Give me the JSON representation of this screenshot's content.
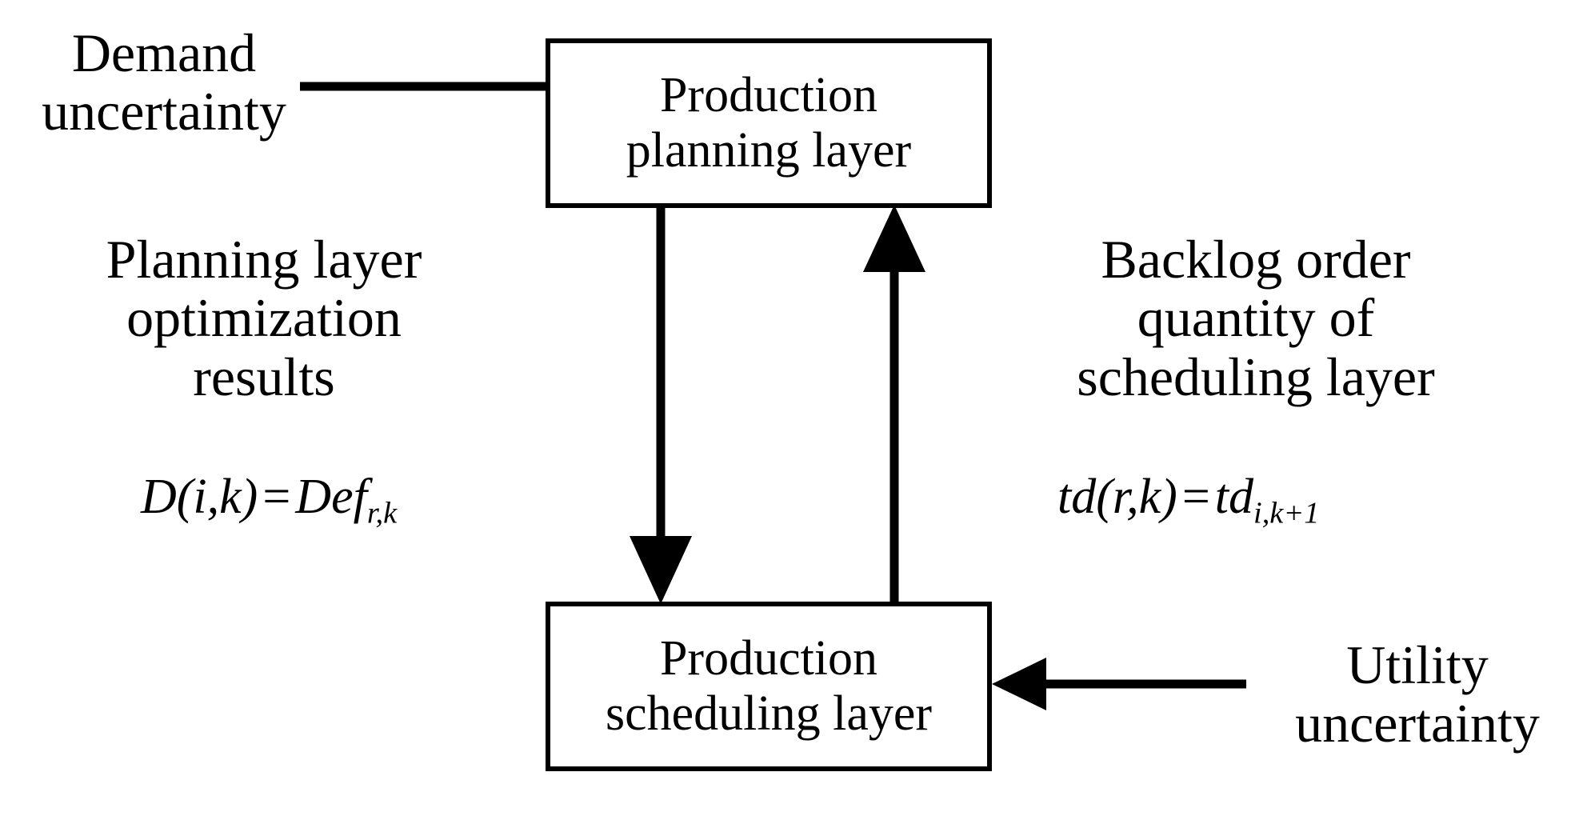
{
  "diagram": {
    "title": "Two-layer production planning and scheduling integration diagram",
    "background_color": "#ffffff",
    "stroke_color": "#000000"
  },
  "boxes": [
    {
      "id": "production-planning-layer",
      "line1": "Production",
      "line2": "planning layer"
    },
    {
      "id": "production-scheduling-layer",
      "line1": "Production",
      "line2": "scheduling layer"
    }
  ],
  "labels": {
    "demand": {
      "line1": "Demand",
      "line2": "uncertainty"
    },
    "planning_output": {
      "line1": "Planning layer",
      "line2": "optimization",
      "line3": "results"
    },
    "backlog": {
      "line1": "Backlog order",
      "line2": "quantity of",
      "line3": "scheduling layer"
    },
    "utility": {
      "line1": "Utility",
      "line2": "uncertainty"
    }
  },
  "formulas": {
    "planning_output": {
      "lhs_var": "D",
      "lhs_args": "(i,k)",
      "operator": "=",
      "rhs_var": "Def",
      "rhs_sub": "r,k",
      "plain": "D(i,k) = Def r,k"
    },
    "backlog": {
      "lhs_var": "td",
      "lhs_args": "(r,k)",
      "operator": "=",
      "rhs_var": "td",
      "rhs_sub": "i,k+1",
      "plain": "td(r,k) = td i,k+1"
    }
  },
  "arrows": [
    {
      "id": "demand-to-planning",
      "direction": "right",
      "from": "demand uncertainty",
      "to": "production planning layer"
    },
    {
      "id": "planning-to-scheduling",
      "direction": "down",
      "from": "production planning layer",
      "to": "production scheduling layer"
    },
    {
      "id": "scheduling-to-planning",
      "direction": "up",
      "from": "production scheduling layer",
      "to": "production planning layer"
    },
    {
      "id": "utility-to-scheduling",
      "direction": "left",
      "from": "utility uncertainty",
      "to": "production scheduling layer"
    }
  ]
}
